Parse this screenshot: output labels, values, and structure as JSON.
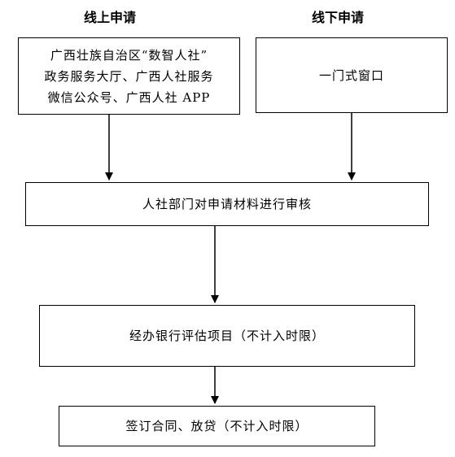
{
  "headings": {
    "online": "线上申请",
    "offline": "线下申请"
  },
  "nodes": {
    "online_channels": {
      "line1": "广西壮族自治区“数智人社”",
      "line2": "政务服务大厅、广西人社服务",
      "line3": "微信公众号、广西人社 APP"
    },
    "offline_window": "一门式窗口",
    "review": "人社部门对申请材料进行审核",
    "bank_assessment": "经办银行评估项目（不计入时限）",
    "sign_and_loan": "签订合同、放贷（不计入时限）"
  },
  "edges": [
    {
      "from": "online_channels",
      "to": "review"
    },
    {
      "from": "offline_window",
      "to": "review"
    },
    {
      "from": "review",
      "to": "bank_assessment"
    },
    {
      "from": "bank_assessment",
      "to": "sign_and_loan"
    }
  ]
}
